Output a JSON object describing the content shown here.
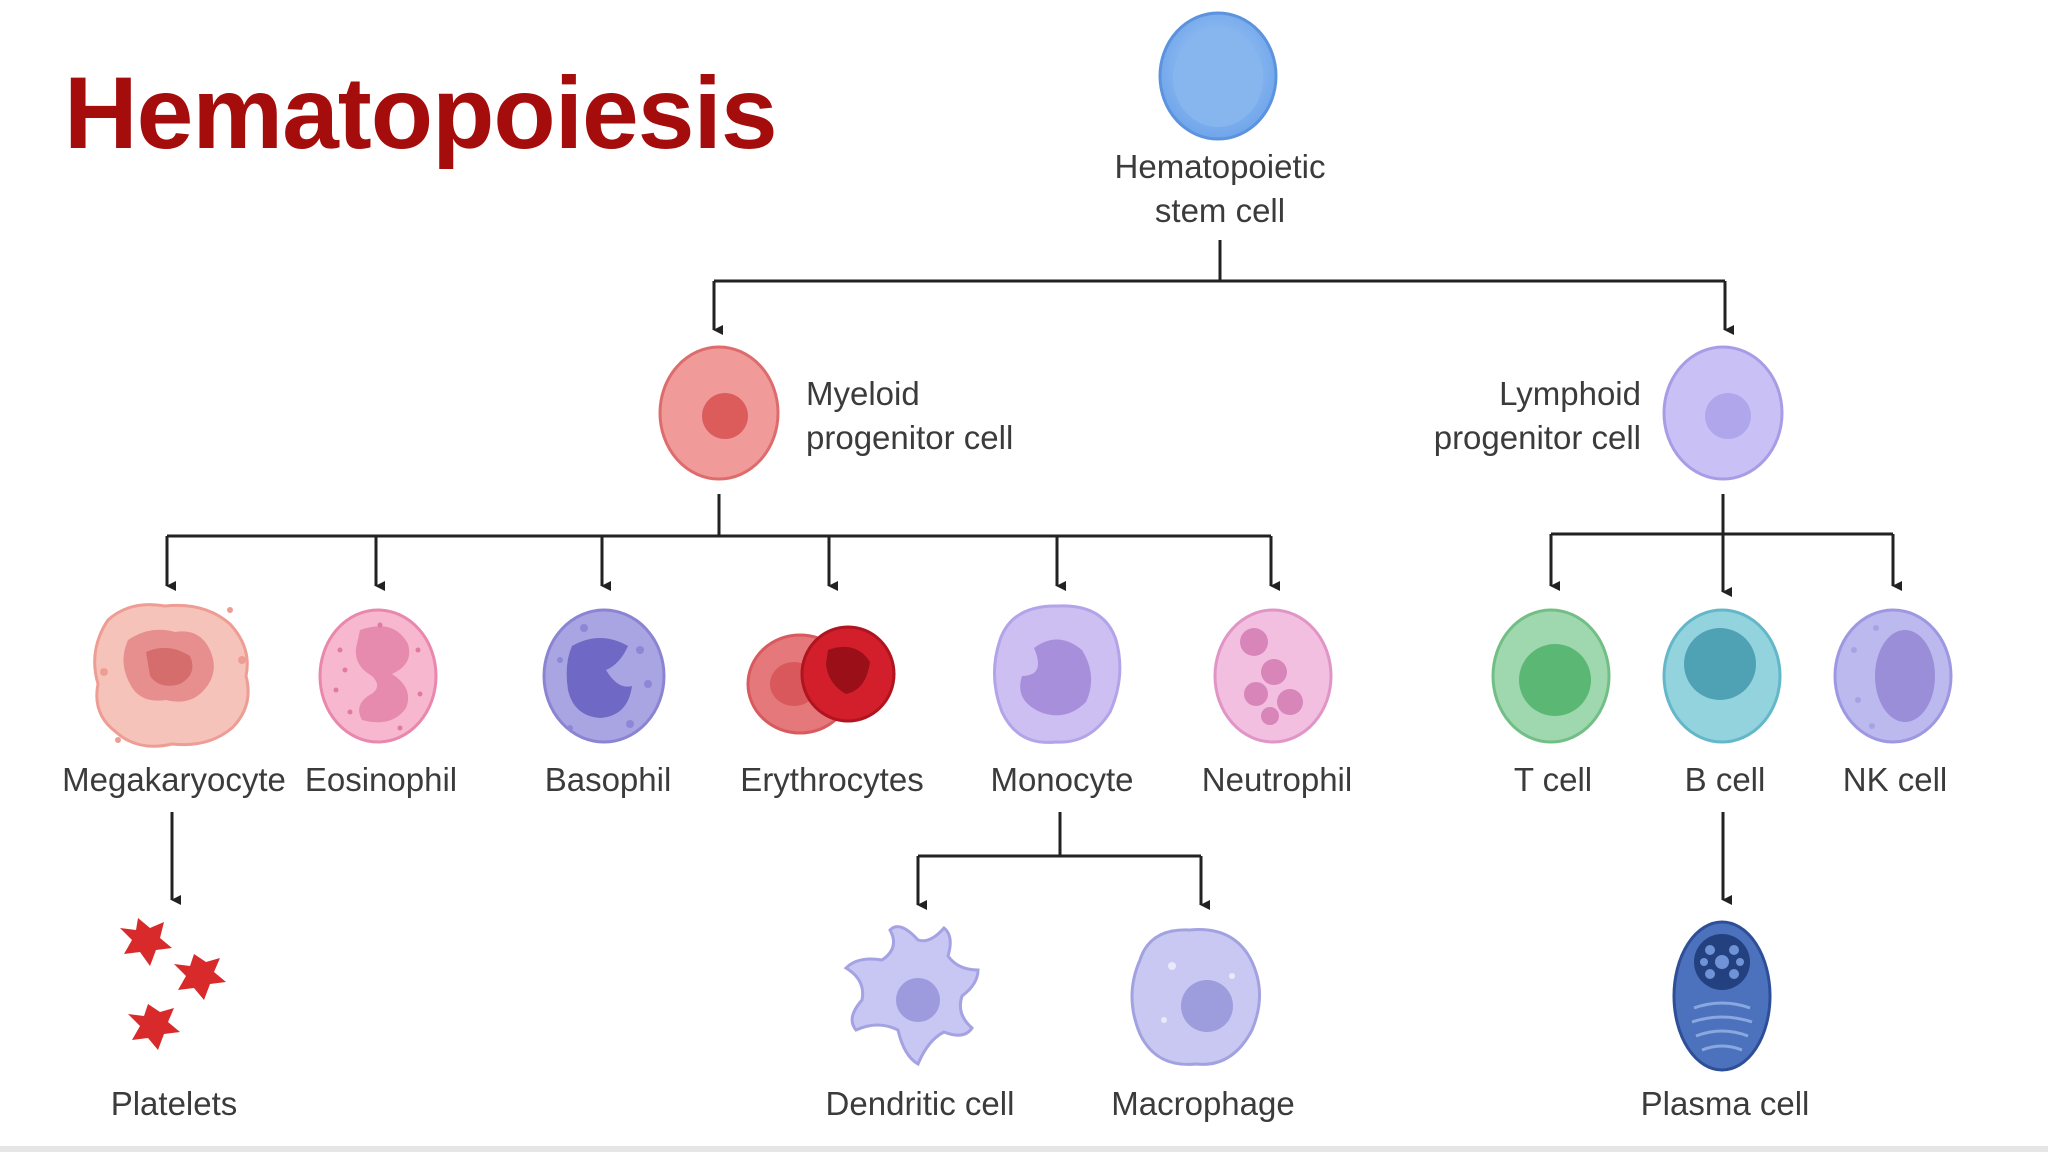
{
  "title": "Hematopoiesis",
  "nodes": {
    "stem": {
      "line1": "Hematopoietic",
      "line2": "stem cell"
    },
    "myeloid": {
      "line1": "Myeloid",
      "line2": "progenitor cell"
    },
    "lymphoid": {
      "line1": "Lymphoid",
      "line2": "progenitor cell"
    },
    "megakaryocyte": "Megakaryocyte",
    "eosinophil": "Eosinophil",
    "basophil": "Basophil",
    "erythrocytes": "Erythrocytes",
    "monocyte": "Monocyte",
    "neutrophil": "Neutrophil",
    "tcell": "T cell",
    "bcell": "B cell",
    "nkcell": "NK cell",
    "platelets": "Platelets",
    "dendritic": "Dendritic cell",
    "macrophage": "Macrophage",
    "plasma": "Plasma cell"
  },
  "colors": {
    "title": "#a50d0d",
    "stem": "#7fb2ee",
    "myeloid": "#f08a8a",
    "lymphoid": "#c3b9f3",
    "tcell": "#8fd0a0",
    "bcell": "#7fc9d6",
    "nkcell": "#b6b3ea",
    "platelet": "#d82a2a",
    "erythrocyte": "#d8303c",
    "plasma": "#3e63b0"
  }
}
